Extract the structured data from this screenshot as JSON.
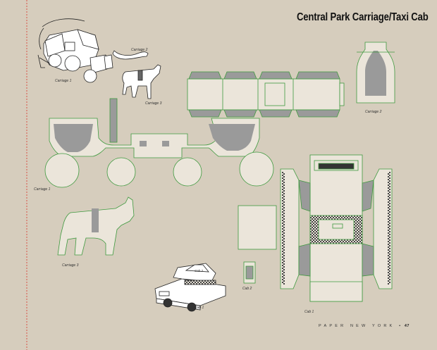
{
  "page": {
    "title": "Central Park Carriage/Taxi Cab",
    "folio_text": "PAPER NEW YORK",
    "folio_separator": "•",
    "page_number": "47"
  },
  "labels": {
    "carriage1_thumb": "Carriage 1",
    "carriage2_thumb": "Carriage 2",
    "carriage3_thumb": "Carriage 3",
    "carriage2_piece": "Carriage 2",
    "carriage1_piece": "Carriage 1",
    "carriage3_piece": "Carriage 3",
    "cab2_thumb": "Cab 2",
    "cab1_thumb": "Cab 1",
    "cab2_piece": "Cab 2",
    "cab1_piece": "Cab 1"
  },
  "colors": {
    "background": "#d6cdbd",
    "cut_line": "#3f9a3f",
    "fill_grey": "#9a9a9a",
    "paper": "#ebe5da",
    "margin_rule": "#d9342b"
  }
}
